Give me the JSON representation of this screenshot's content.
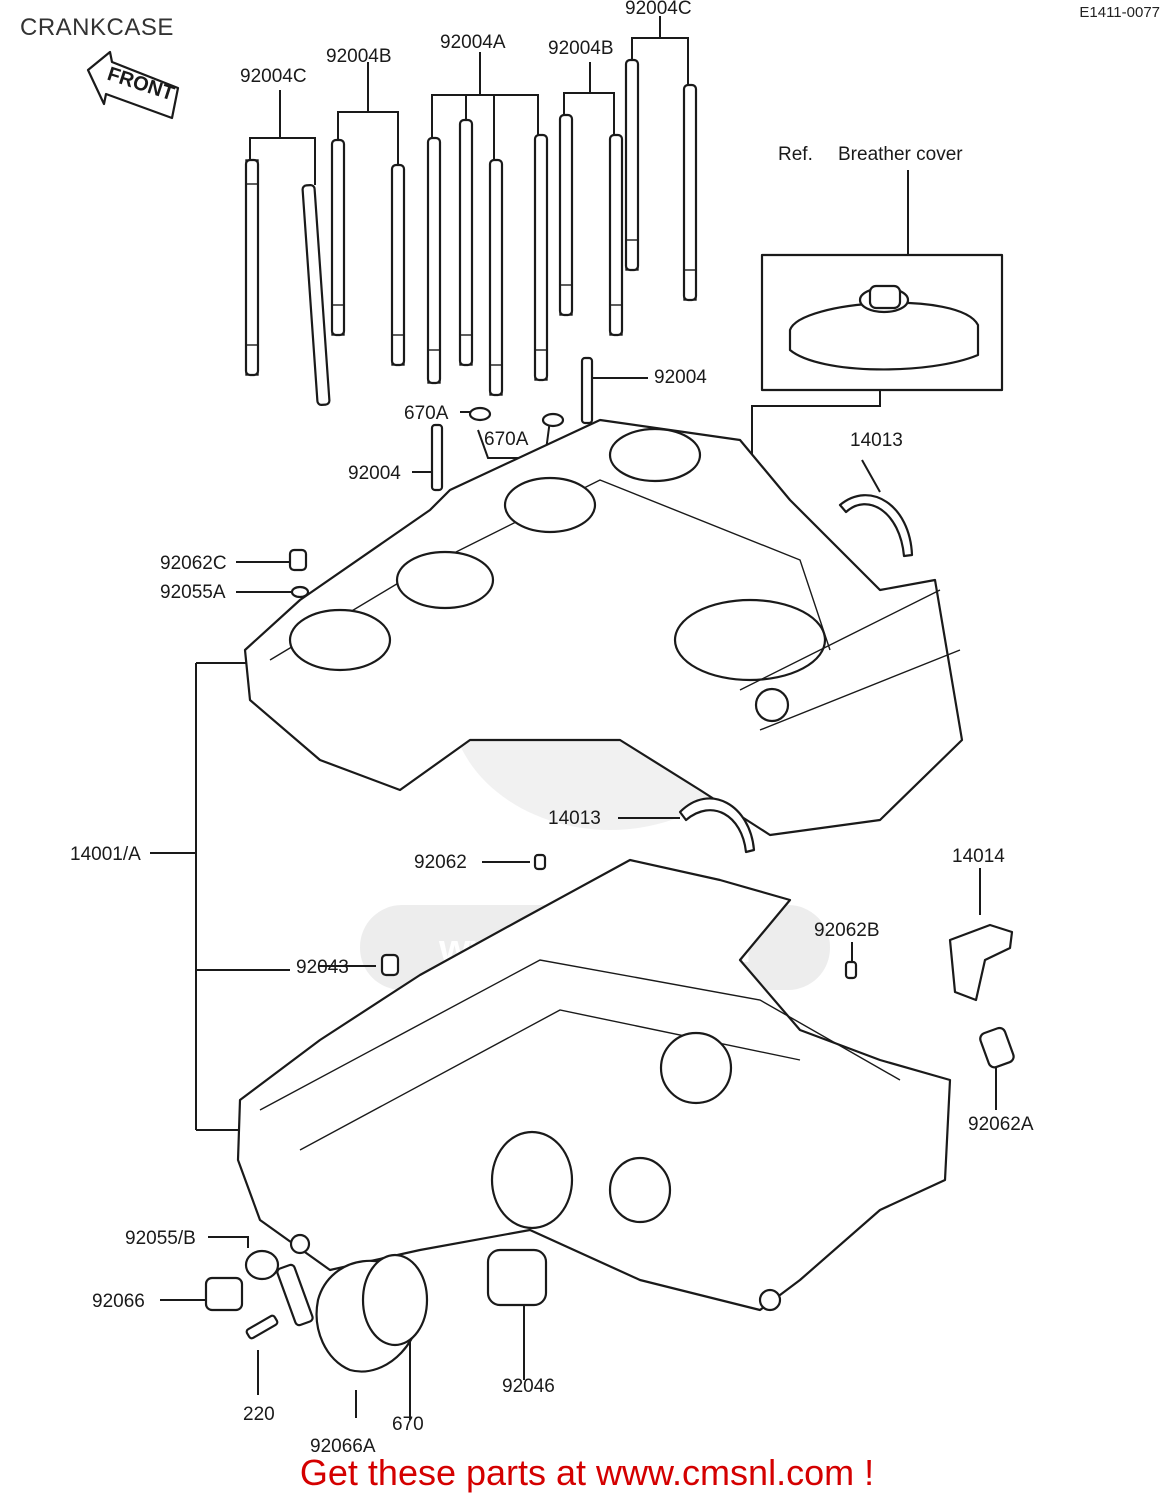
{
  "page": {
    "title": "CRANKCASE",
    "drawing_code": "E1411-0077",
    "promo_link": "Get these parts at www.cmsnl.com !",
    "accent_color": "#d40000"
  },
  "diagram": {
    "front_arrow": "FRONT",
    "ref_note": "Ref.",
    "ref_part": "Breather cover",
    "watermark": "www.cmsnl.com",
    "labels": {
      "l92004C_top": "92004C",
      "l92004C_left": "92004C",
      "l92004B_left": "92004B",
      "l92004A": "92004A",
      "l92004B_right": "92004B",
      "l92004": "92004",
      "l670A_a": "670A",
      "l670A_b": "670A",
      "l92004_b": "92004",
      "l14013_a": "14013",
      "l92062C": "92062C",
      "l92055A": "92055A",
      "l14001A": "14001/A",
      "l14013_b": "14013",
      "l92062": "92062",
      "l14014": "14014",
      "l92062B": "92062B",
      "l92043": "92043",
      "l92062A": "92062A",
      "l92055B": "92055/B",
      "l92066": "92066",
      "l220": "220",
      "l92066A": "92066A",
      "l670": "670",
      "l92046": "92046"
    }
  }
}
